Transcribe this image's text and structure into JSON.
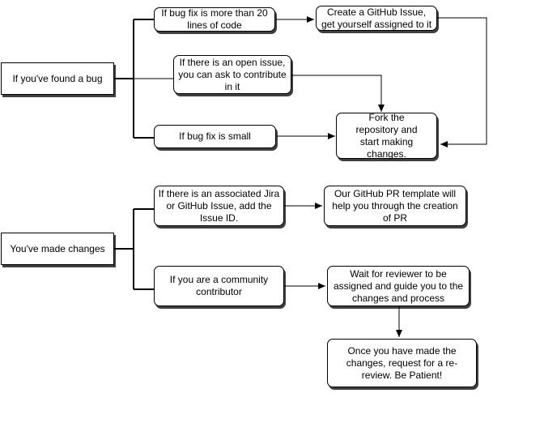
{
  "diagram": {
    "title": "",
    "nodes": {
      "found_bug": "If you've found a bug",
      "big_fix": "If bug fix is more than 20 lines of code",
      "create_issue": "Create a GitHub Issue, get yourself assigned to it",
      "open_issue": "If there is an open issue, you can ask to contribute in it",
      "small_fix": "If bug fix is small",
      "fork": "Fork the repository and start making changes.",
      "made_changes": "You've made changes",
      "associated_issue": "If there is an associated Jira or GitHub Issue, add the Issue ID.",
      "pr_template": "Our GitHub PR template will help you through the creation of PR",
      "community": "If you are a community contributor",
      "wait_reviewer": "Wait for reviewer to be assigned and guide you to the changes and process",
      "re_review": "Once you have made the changes, request for a re-review. Be Patient!"
    }
  }
}
